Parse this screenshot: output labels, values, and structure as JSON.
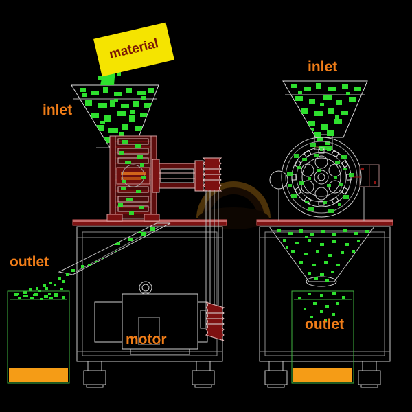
{
  "scene": {
    "title": "Pulverizer / Hammer Mill Working Principle Diagram",
    "background_color": "#000000",
    "render_style": "cad-wireframe-overlay"
  },
  "labels": {
    "material": "material",
    "inlet_left": "inlet",
    "inlet_right": "inlet",
    "outlet_left": "outlet",
    "outlet_right": "outlet",
    "motor": "motor"
  },
  "colors": {
    "background": "#000000",
    "label_orange": "#f07d18",
    "material_card_bg": "#f5e400",
    "material_card_text": "#7a1606",
    "wireframe_white": "#d8d8d8",
    "wireframe_grey": "#9a9a9a",
    "machine_red": "#8e1111",
    "machine_red_light": "#c23a3a",
    "granule_green": "#2ee02e",
    "powder_orange": "#f59c16",
    "bin_green": "#3eae3e",
    "watermark_arc": "#7a5410"
  },
  "views": [
    {
      "id": "left-view",
      "name": "side-section-view",
      "parts": [
        "feed-hopper",
        "grinding-chamber-section",
        "drive-pulley",
        "v-belt",
        "outlet-chute",
        "collection-bin",
        "motor",
        "motor-pulley",
        "machine-frame",
        "adjustable-feet"
      ]
    },
    {
      "id": "right-view",
      "name": "front-view",
      "parts": [
        "feed-hopper",
        "grinding-chamber-round",
        "rotor-blades",
        "screen-ring",
        "discharge-cone",
        "collection-bin",
        "machine-frame",
        "adjustable-feet"
      ]
    }
  ],
  "flow": {
    "steps": [
      "material",
      "inlet",
      "grinding-chamber",
      "outlet"
    ]
  }
}
